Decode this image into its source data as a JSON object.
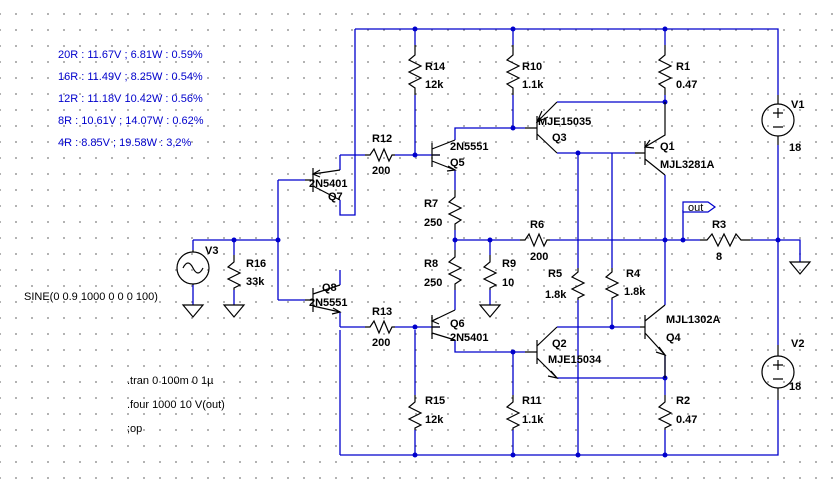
{
  "results": [
    "20R : 11.67V ; 6.81W : 0.59%",
    "16R : 11.49V ; 8.25W : 0.54%",
    "12R : 11.18V 10.42W : 0.56%",
    "8R : 10.61V ; 14.07W : 0.62%",
    "4R : 8.85V ; 19.58W : 3,2%"
  ],
  "directives": {
    "sine": "SINE(0 0.9 1000 0 0 0 100)",
    "tran": ".tran 0 100m 0 1µ",
    "four": ".four 1000 10 V(out)",
    "op": ";op"
  },
  "net_label": "out",
  "components": {
    "R1": {
      "ref": "R1",
      "value": "0.47"
    },
    "R2": {
      "ref": "R2",
      "value": "0.47"
    },
    "R3": {
      "ref": "R3",
      "value": "8"
    },
    "R4": {
      "ref": "R4",
      "value": "1.8k"
    },
    "R5": {
      "ref": "R5",
      "value": "1.8k"
    },
    "R6": {
      "ref": "R6",
      "value": "200"
    },
    "R7": {
      "ref": "R7",
      "value": "250"
    },
    "R8": {
      "ref": "R8",
      "value": "250"
    },
    "R9": {
      "ref": "R9",
      "value": "10"
    },
    "R10": {
      "ref": "R10",
      "value": "1.1k"
    },
    "R11": {
      "ref": "R11",
      "value": "1.1k"
    },
    "R12": {
      "ref": "R12",
      "value": "200"
    },
    "R13": {
      "ref": "R13",
      "value": "200"
    },
    "R14": {
      "ref": "R14",
      "value": "12k"
    },
    "R15": {
      "ref": "R15",
      "value": "12k"
    },
    "R16": {
      "ref": "R16",
      "value": "33k"
    },
    "Q1": {
      "ref": "Q1",
      "model": "MJL3281A"
    },
    "Q2": {
      "ref": "Q2",
      "model": "MJE15034"
    },
    "Q3": {
      "ref": "Q3",
      "model": "MJE15035"
    },
    "Q4": {
      "ref": "Q4",
      "model": "MJL1302A"
    },
    "Q5": {
      "ref": "Q5",
      "model": "2N5551"
    },
    "Q6": {
      "ref": "Q6",
      "model": "2N5401"
    },
    "Q7": {
      "ref": "Q7",
      "model": "2N5401"
    },
    "Q8": {
      "ref": "Q8",
      "model": "2N5551"
    },
    "V1": {
      "ref": "V1",
      "value": "18"
    },
    "V2": {
      "ref": "V2",
      "value": "18"
    },
    "V3": {
      "ref": "V3"
    }
  }
}
